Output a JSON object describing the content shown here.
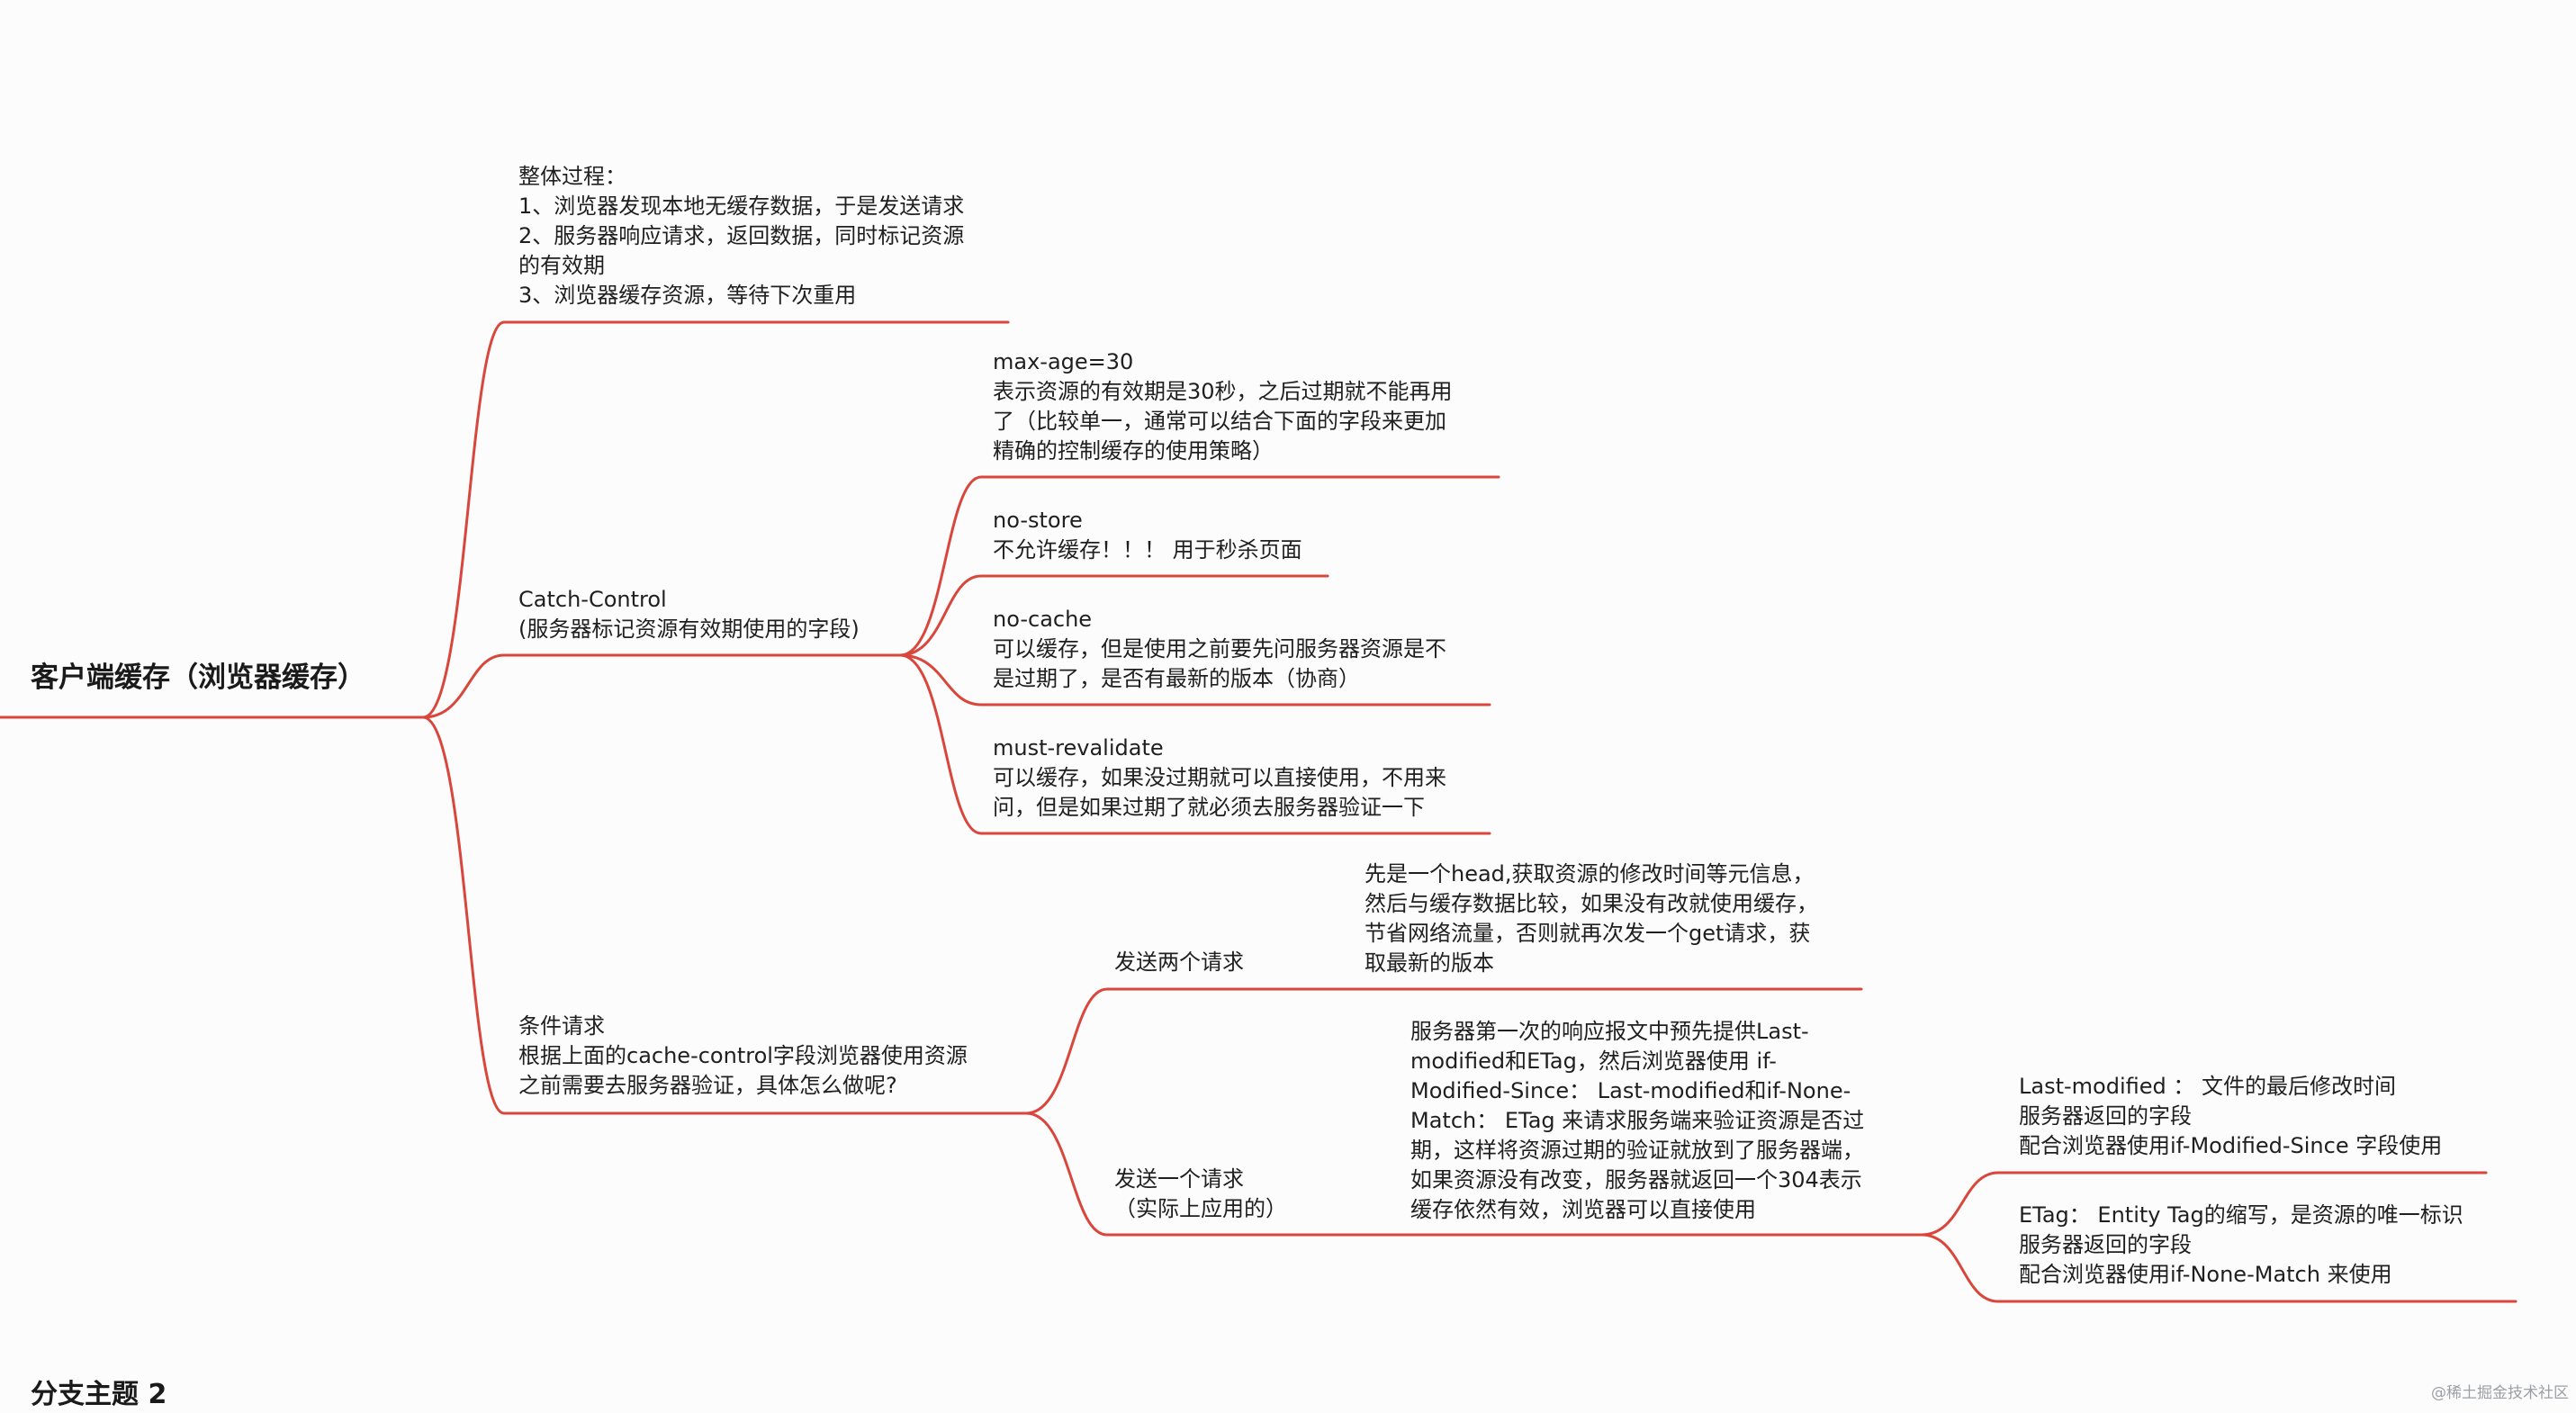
{
  "edge_color": "#d9463b",
  "root": "客户端缓存（浏览器缓存）",
  "branch2": "分支主题 2",
  "watermark": "@稀土掘金技术社区",
  "nodes": {
    "overall": "整体过程：\n1、浏览器发现本地无缓存数据，于是发送请求\n2、服务器响应请求，返回数据，同时标记资源\n的有效期\n3、浏览器缓存资源，等待下次重用",
    "cache_control": "Catch-Control\n(服务器标记资源有效期使用的字段)",
    "max_age": "max-age=30\n表示资源的有效期是30秒，之后过期就不能再用\n了（比较单一，通常可以结合下面的字段来更加\n精确的控制缓存的使用策略）",
    "no_store": "no-store\n不允许缓存！！！ 用于秒杀页面",
    "no_cache": "no-cache\n可以缓存，但是使用之前要先问服务器资源是不\n是过期了，是否有最新的版本（协商）",
    "must_revalidate": "must-revalidate\n可以缓存，如果没过期就可以直接使用，不用来\n问，但是如果过期了就必须去服务器验证一下",
    "conditional": "条件请求\n根据上面的cache-control字段浏览器使用资源\n之前需要去服务器验证，具体怎么做呢?",
    "two_requests": "发送两个请求",
    "two_requests_desc": "先是一个head,获取资源的修改时间等元信息，\n然后与缓存数据比较，如果没有改就使用缓存，\n节省网络流量，否则就再次发一个get请求，获\n取最新的版本",
    "one_request": "发送一个请求\n（实际上应用的）",
    "one_request_desc": "服务器第一次的响应报文中预先提供Last-\nmodified和ETag，然后浏览器使用 if-\nModified-Since： Last-modified和if-None-\nMatch： ETag 来请求服务端来验证资源是否过\n期，这样将资源过期的验证就放到了服务器端，\n如果资源没有改变，服务器就返回一个304表示\n缓存依然有效，浏览器可以直接使用",
    "last_modified": "Last-modified ： 文件的最后修改时间\n服务器返回的字段\n配合浏览器使用if-Modified-Since 字段使用",
    "etag": "ETag： Entity Tag的缩写，是资源的唯一标识\n服务器返回的字段\n配合浏览器使用if-None-Match 来使用"
  }
}
